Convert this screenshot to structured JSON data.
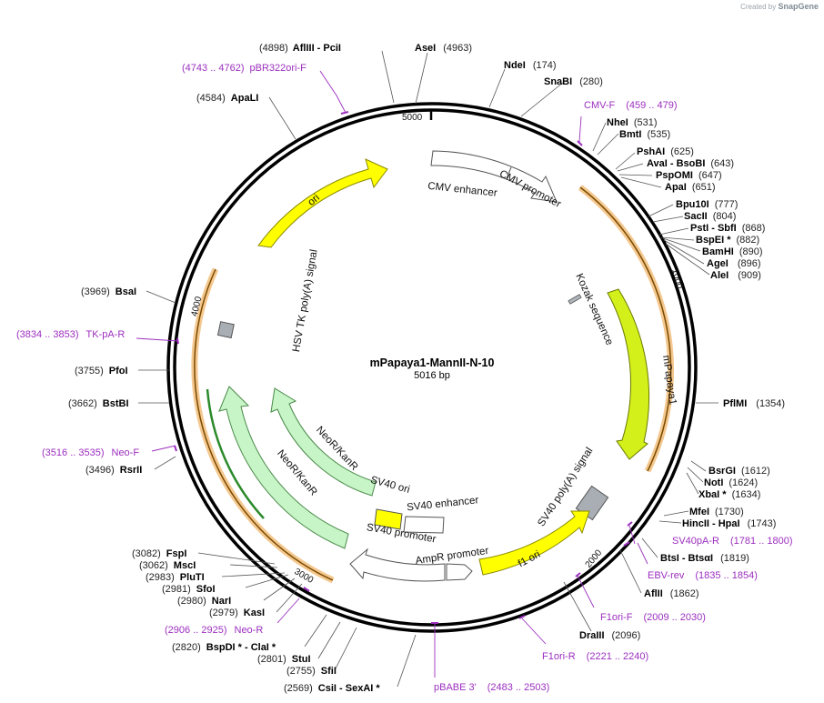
{
  "credit": {
    "prefix": "Created by",
    "brand": "SnapGene"
  },
  "plasmid": {
    "name": "mPapaya1-MannII-N-10",
    "size": "5016 bp"
  },
  "enzymes": [
    {
      "name": "AflIII  - PciI",
      "pos": "(4898)"
    },
    {
      "name": "AseI",
      "pos": "(4963)"
    },
    {
      "name": "NdeI",
      "pos": "(174)"
    },
    {
      "name": "SnaBI",
      "pos": "(280)"
    },
    {
      "name": "NheI",
      "pos": "(531)"
    },
    {
      "name": "BmtI",
      "pos": "(535)"
    },
    {
      "name": "PshAI",
      "pos": "(625)"
    },
    {
      "name": "AvaI  - BsoBI",
      "pos": "(643)"
    },
    {
      "name": "PspOMI",
      "pos": "(647)"
    },
    {
      "name": "ApaI",
      "pos": "(651)"
    },
    {
      "name": "Bpu10I",
      "pos": "(777)"
    },
    {
      "name": "SacII",
      "pos": "(804)"
    },
    {
      "name": "PstI  - SbfI",
      "pos": "(868)"
    },
    {
      "name": "BspEI *",
      "pos": "(882)"
    },
    {
      "name": "BamHI",
      "pos": "(890)"
    },
    {
      "name": "AgeI",
      "pos": "(896)"
    },
    {
      "name": "AleI",
      "pos": "(909)"
    },
    {
      "name": "PflMI",
      "pos": "(1354)"
    },
    {
      "name": "BsrGI",
      "pos": "(1612)"
    },
    {
      "name": "NotI",
      "pos": "(1624)"
    },
    {
      "name": "XbaI *",
      "pos": "(1634)"
    },
    {
      "name": "MfeI",
      "pos": "(1730)"
    },
    {
      "name": "HincII  - HpaI",
      "pos": "(1743)"
    },
    {
      "name": "BtsI  - BtsαI",
      "pos": "(1819)"
    },
    {
      "name": "AflII",
      "pos": "(1862)"
    },
    {
      "name": "DraIII",
      "pos": "(2096)"
    },
    {
      "name": "CsiI  - SexAI *",
      "pos": "(2569)"
    },
    {
      "name": "SfiI",
      "pos": "(2755)"
    },
    {
      "name": "StuI",
      "pos": "(2801)"
    },
    {
      "name": "BspDI *  - ClaI *",
      "pos": "(2820)"
    },
    {
      "name": "KasI",
      "pos": "(2979)"
    },
    {
      "name": "NarI",
      "pos": "(2980)"
    },
    {
      "name": "SfoI",
      "pos": "(2981)"
    },
    {
      "name": "PluTI",
      "pos": "(2983)"
    },
    {
      "name": "MscI",
      "pos": "(3062)"
    },
    {
      "name": "FspI",
      "pos": "(3082)"
    },
    {
      "name": "RsrII",
      "pos": "(3496)"
    },
    {
      "name": "BstBI",
      "pos": "(3662)"
    },
    {
      "name": "PfoI",
      "pos": "(3755)"
    },
    {
      "name": "BsaI",
      "pos": "(3969)"
    },
    {
      "name": "ApaLI",
      "pos": "(4584)"
    }
  ],
  "primers": [
    {
      "name": "pBR322ori-F",
      "range": "(4743 .. 4762)"
    },
    {
      "name": "CMV-F",
      "range": "(459 .. 479)"
    },
    {
      "name": "SV40pA-R",
      "range": "(1781 .. 1800)"
    },
    {
      "name": "EBV-rev",
      "range": "(1835 .. 1854)"
    },
    {
      "name": "F1ori-F",
      "range": "(2009 .. 2030)"
    },
    {
      "name": "F1ori-R",
      "range": "(2221 .. 2240)"
    },
    {
      "name": "pBABE 3'",
      "range": "(2483 .. 2503)"
    },
    {
      "name": "Neo-R",
      "range": "(2906 .. 2925)"
    },
    {
      "name": "Neo-F",
      "range": "(3516 .. 3535)"
    },
    {
      "name": "TK-pA-R",
      "range": "(3834 .. 3853)"
    }
  ],
  "features": {
    "cmv_enhancer": "CMV enhancer",
    "cmv_promoter": "CMV promoter",
    "kozak": "Kozak sequence",
    "mpapaya": "mPapaya1",
    "sv40_polya": "SV40 poly(A) signal",
    "f1_ori": "f1 ori",
    "ampr_promoter": "AmpR promoter",
    "sv40_promoter": "SV40 promoter",
    "sv40_enhancer": "SV40 enhancer",
    "sv40_ori": "SV40 ori",
    "neor_outer": "NeoR/KanR",
    "neor_inner": "NeoR/KanR",
    "hsv_tk": "HSV TK poly(A) signal",
    "ori": "ori"
  },
  "ticks": {
    "t1000": "1000",
    "t2000": "2000",
    "t3000": "3000",
    "t4000": "4000",
    "t5000": "5000"
  },
  "colors": {
    "ori": "#ffff00",
    "mpapaya": "#d4f01a",
    "f1ori": "#ffff00",
    "neor": "#c8f5c8",
    "orf": "#f0a030",
    "primer": "#9c2fbf"
  }
}
